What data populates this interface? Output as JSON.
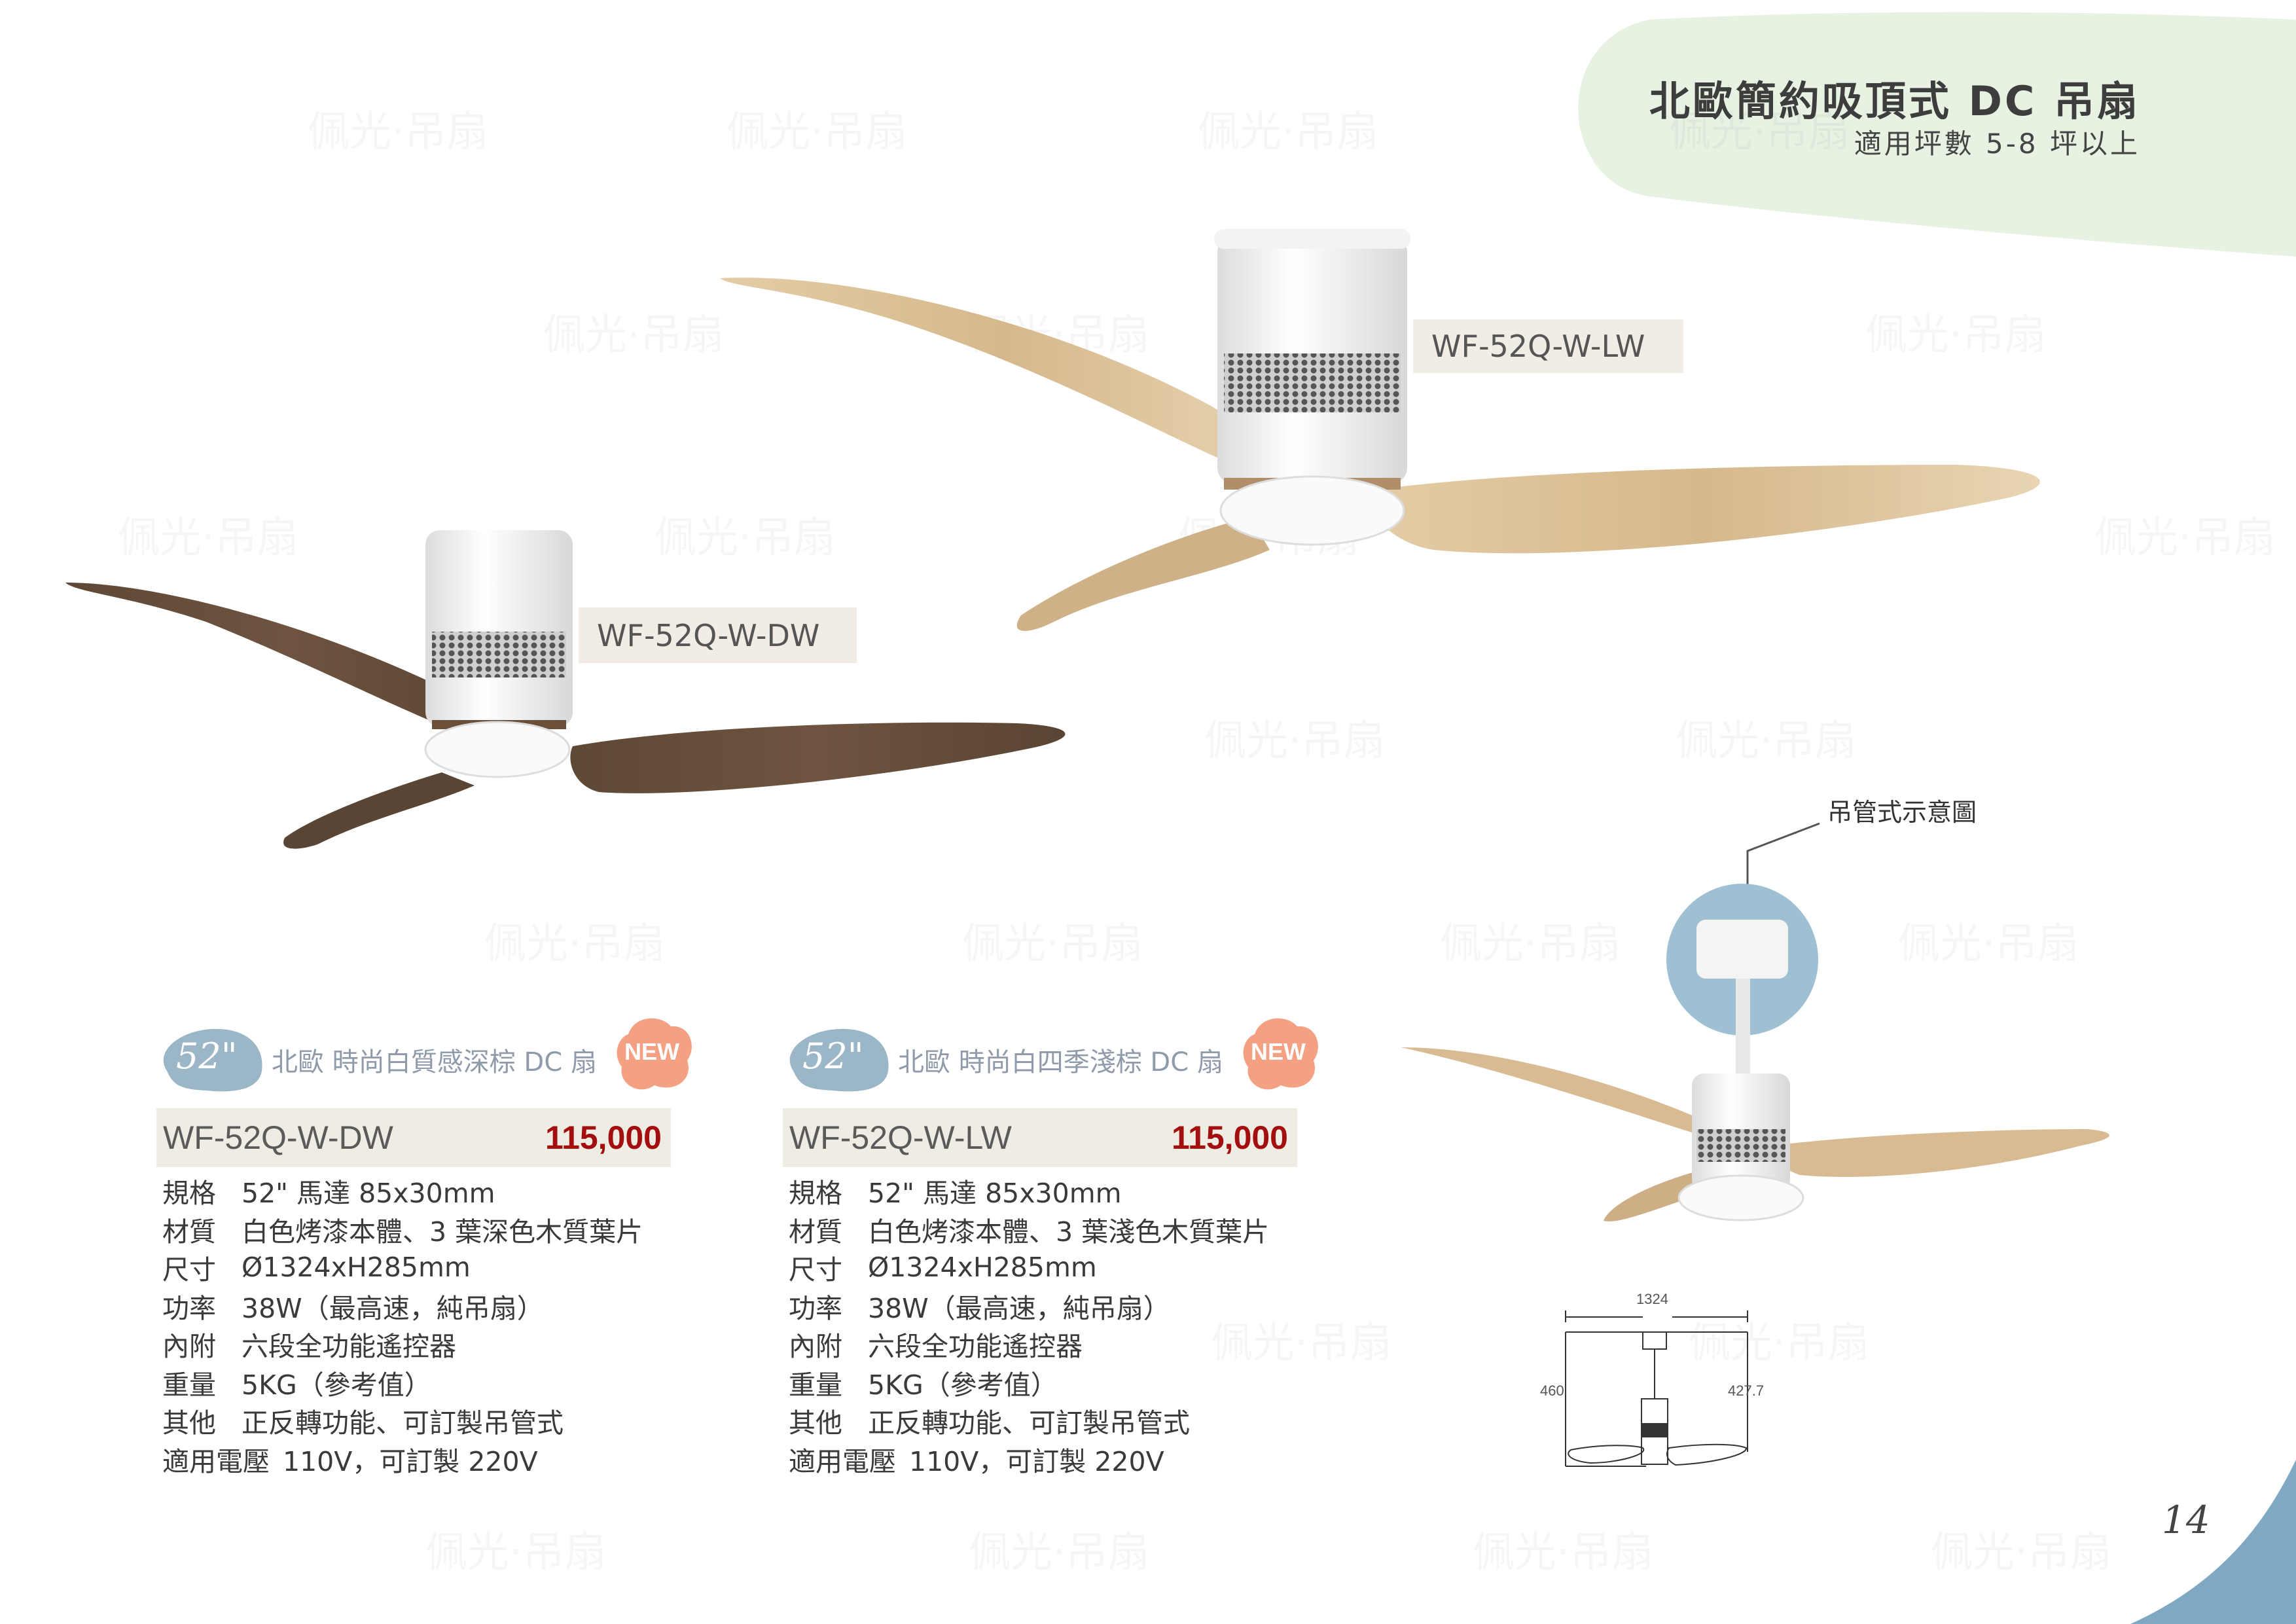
{
  "header": {
    "title": "北歐簡約吸頂式 DC 吊扇",
    "subtitle": "適用坪數 5-8 坪以上",
    "bg_color": "#e8f2e3"
  },
  "watermark": "佩光·吊扇",
  "fan_labels": {
    "light": "WF-52Q-W-LW",
    "dark": "WF-52Q-W-DW"
  },
  "pendant": {
    "label": "吊管式示意圖"
  },
  "diagram": {
    "width": "1324",
    "height_total": "460",
    "height_right": "427.7"
  },
  "products": [
    {
      "size": "52\"",
      "title": "北歐 時尚白質感深棕 DC 扇",
      "new_badge": "NEW",
      "model": "WF-52Q-W-DW",
      "price": "115,000",
      "specs": [
        {
          "label": "規格",
          "value": "52\" 馬達 85x30mm"
        },
        {
          "label": "材質",
          "value": "白色烤漆本體、3 葉深色木質葉片"
        },
        {
          "label": "尺寸",
          "value": "Ø1324xH285mm"
        },
        {
          "label": "功率",
          "value": "38W（最高速，純吊扇）"
        },
        {
          "label": "內附",
          "value": "六段全功能遙控器"
        },
        {
          "label": "重量",
          "value": "5KG（參考值）"
        },
        {
          "label": "其他",
          "value": "正反轉功能、可訂製吊管式"
        },
        {
          "label": "適用電壓",
          "value": "110V，可訂製 220V"
        }
      ]
    },
    {
      "size": "52\"",
      "title": "北歐 時尚白四季淺棕 DC 扇",
      "new_badge": "NEW",
      "model": "WF-52Q-W-LW",
      "price": "115,000",
      "specs": [
        {
          "label": "規格",
          "value": "52\" 馬達 85x30mm"
        },
        {
          "label": "材質",
          "value": "白色烤漆本體、3 葉淺色木質葉片"
        },
        {
          "label": "尺寸",
          "value": "Ø1324xH285mm"
        },
        {
          "label": "功率",
          "value": "38W（最高速，純吊扇）"
        },
        {
          "label": "內附",
          "value": "六段全功能遙控器"
        },
        {
          "label": "重量",
          "value": "5KG（參考值）"
        },
        {
          "label": "其他",
          "value": "正反轉功能、可訂製吊管式"
        },
        {
          "label": "適用電壓",
          "value": "110V，可訂製 220V"
        }
      ]
    }
  ],
  "page_number": "14",
  "colors": {
    "accent_blue": "#7fa9c2",
    "badge_blue": "#9bb6c6",
    "new_orange": "#f3a083",
    "price_red": "#a30f0f",
    "light_wood": "#dcc39b",
    "dark_wood": "#6b5440"
  }
}
